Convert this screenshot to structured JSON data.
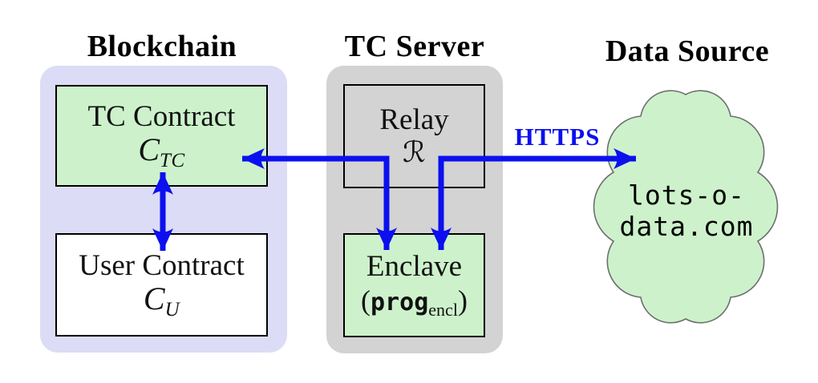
{
  "colors": {
    "arrow_blue": "#0c10ee",
    "blockchain_bg": "#dcdcf6",
    "server_bg": "#d3d3d3",
    "contract_green": "#cdf2cb",
    "cloud_green": "#cdf2cb",
    "cloud_border": "#6e6e6e",
    "box_border": "#000000"
  },
  "blockchain": {
    "title": "Blockchain",
    "tc_contract": {
      "name": "TC Contract",
      "symbol": "C",
      "subscript": "TC"
    },
    "user_contract": {
      "name": "User Contract",
      "symbol": "C",
      "subscript": "U"
    }
  },
  "tc_server": {
    "title": "TC Server",
    "relay": {
      "name": "Relay",
      "symbol": "ℛ"
    },
    "enclave": {
      "name": "Enclave",
      "program_open": "(",
      "program": "prog",
      "program_subscript": "encl",
      "program_close": ")"
    }
  },
  "data_source": {
    "title": "Data Source",
    "site_line1": "lots-o-",
    "site_line2": "data.com"
  },
  "links": {
    "https_label": "HTTPS"
  }
}
